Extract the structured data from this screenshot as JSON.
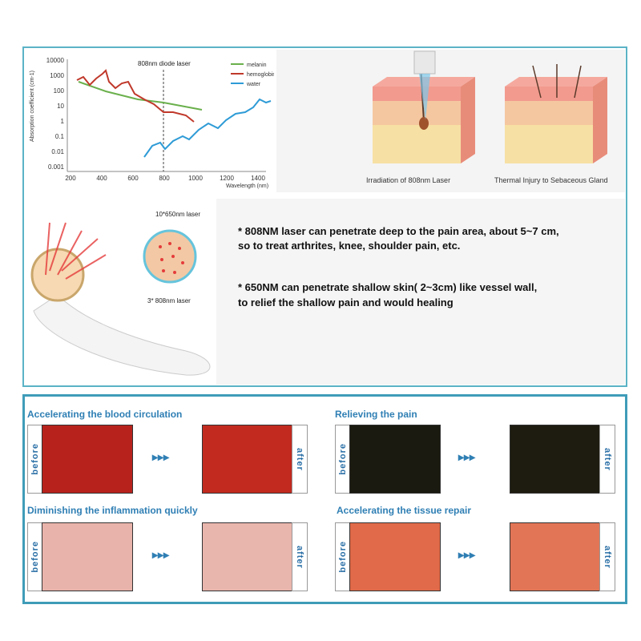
{
  "chart": {
    "title_marker": "808nm diode laser",
    "ylabel": "Absorption coefficient (cm-1)",
    "xlabel": "Wavelength (nm)",
    "yticks": [
      "10000",
      "1000",
      "100",
      "10",
      "1",
      "0.1",
      "0.01",
      "0.001"
    ],
    "xticks": [
      "200",
      "400",
      "600",
      "800",
      "1000",
      "1200",
      "1400"
    ],
    "legend": [
      "melanin",
      "hemoglobin",
      "water"
    ],
    "colors": {
      "melanin": "#6ab04c",
      "hemoglobin": "#c0392b",
      "water": "#2e9bd6"
    }
  },
  "skin": {
    "caption_left": "Irradiation of 808nm Laser",
    "caption_right": "Thermal Injury to Sebaceous Gland"
  },
  "device": {
    "label_top": "10*650nm laser",
    "label_bottom": "3* 808nm laser"
  },
  "notes": {
    "line1a": "* 808NM laser can penetrate deep to the pain area, about 5~7 cm,",
    "line1b": "so to treat arthrites, knee, shoulder pain, etc.",
    "line2a": "* 650NM can penetrate shallow skin( 2~3cm) like vessel wall,",
    "line2b": "to relief the shallow pain and would healing"
  },
  "benefits": {
    "blood": "Accelerating the blood circulation",
    "pain": "Relieving the pain",
    "inflammation": "Diminishing the inflammation quickly",
    "tissue": "Accelerating the tissue repair",
    "before": "before",
    "after": "after",
    "arrow": "▸▸▸"
  }
}
